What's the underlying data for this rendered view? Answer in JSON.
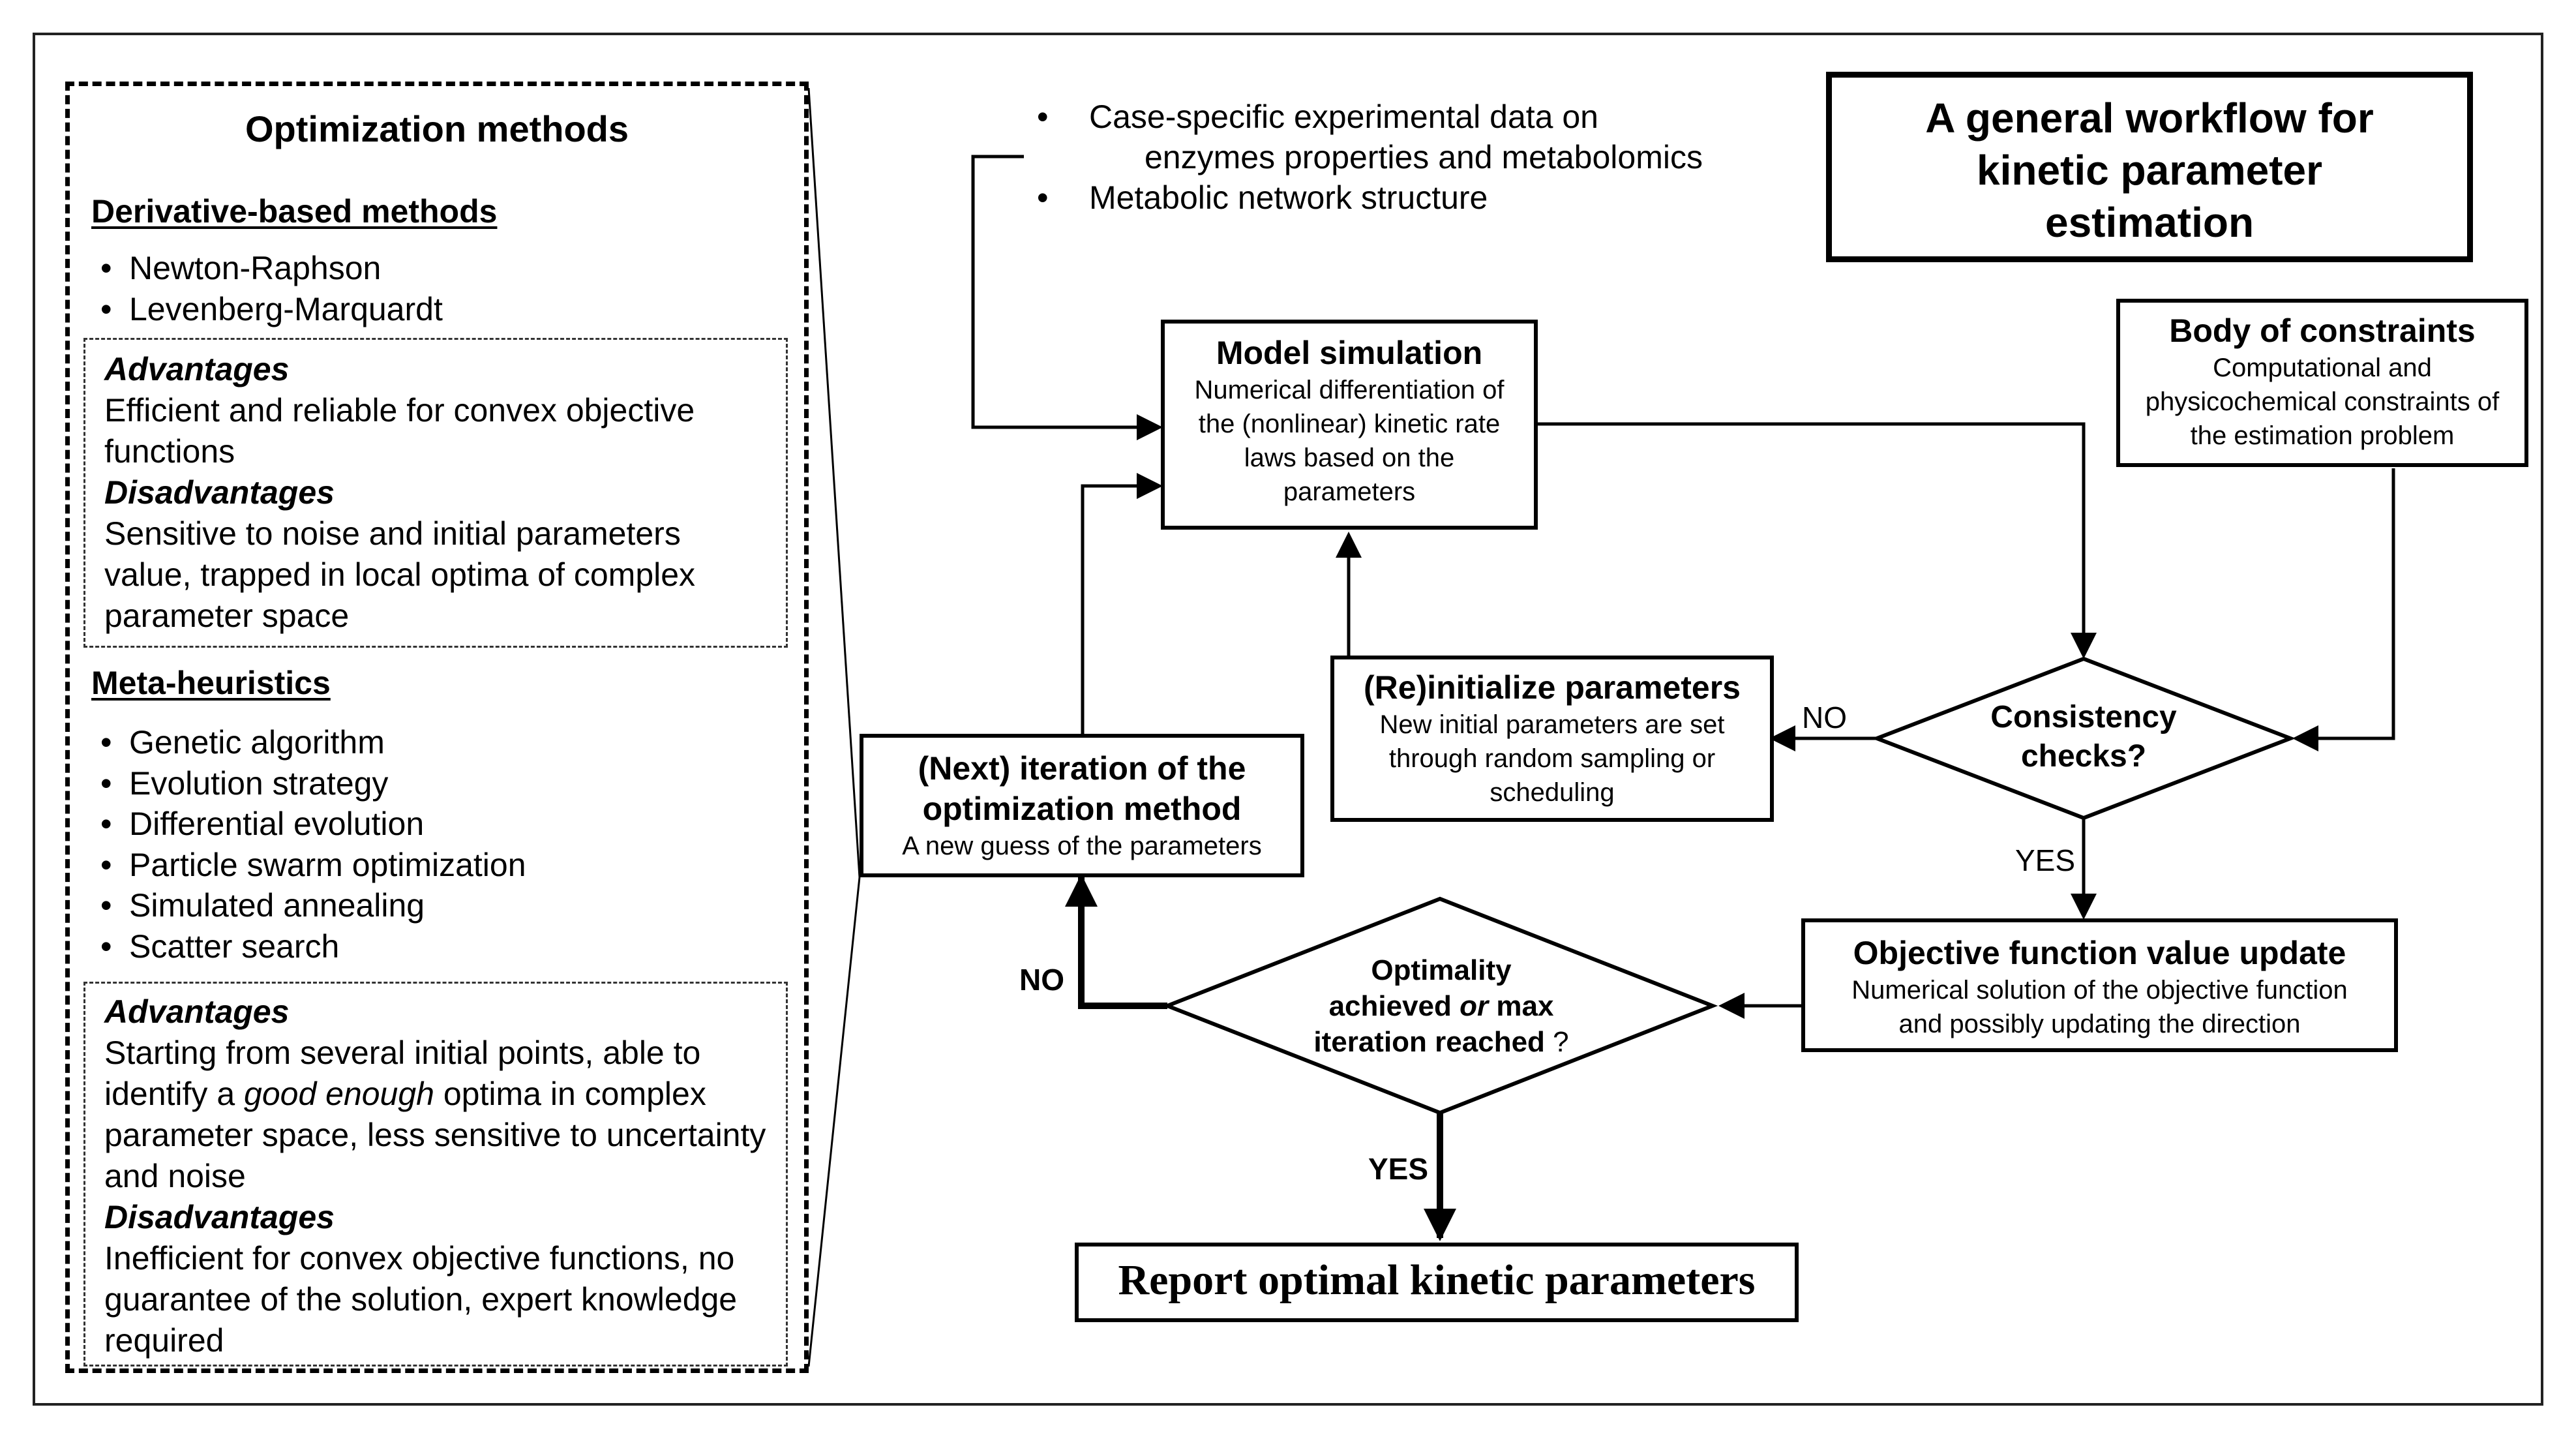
{
  "title": "A general workflow for kinetic parameter estimation",
  "inputs": {
    "bullet1_line1": "Case-specific experimental data on",
    "bullet1_line2": "enzymes properties and metabolomics",
    "bullet2": "Metabolic network structure"
  },
  "optimization_panel": {
    "heading": "Optimization methods",
    "derivative": {
      "heading": "Derivative-based methods",
      "items": [
        "Newton-Raphson",
        "Levenberg-Marquardt"
      ],
      "advantages_label": "Advantages",
      "advantages_text": "Efficient and reliable for convex objective functions",
      "disadvantages_label": "Disadvantages",
      "disadvantages_text": "Sensitive to noise and initial parameters value, trapped in local optima of complex parameter space"
    },
    "meta": {
      "heading": "Meta-heuristics",
      "items": [
        "Genetic algorithm",
        "Evolution strategy",
        "Differential evolution",
        "Particle swarm optimization",
        "Simulated annealing",
        "Scatter search"
      ],
      "advantages_label": "Advantages",
      "advantages_text_a": "Starting from several initial points, able to identify a ",
      "advantages_text_em": "good enough",
      "advantages_text_b": " optima in complex parameter space, less sensitive to uncertainty and noise",
      "disadvantages_label": "Disadvantages",
      "disadvantages_text": "Inefficient for convex objective functions, no guarantee of the solution, expert knowledge required"
    }
  },
  "model_simulation": {
    "title": "Model simulation",
    "body": "Numerical differentiation of the (nonlinear) kinetic rate laws based on the parameters"
  },
  "constraints": {
    "title": "Body of constraints",
    "body": "Computational and physicochemical constraints of the estimation problem"
  },
  "reinitialize": {
    "title": "(Re)initialize parameters",
    "body": "New initial parameters are set through random sampling or scheduling"
  },
  "consistency": {
    "line1": "Consistency",
    "line2": "checks?"
  },
  "next_iteration": {
    "title": "(Next) iteration of the optimization method",
    "body": "A new guess of the parameters"
  },
  "objective_update": {
    "title": "Objective function value update",
    "body": "Numerical solution of the objective function and possibly updating the direction"
  },
  "optimality": {
    "line1": "Optimality",
    "line2a": "achieved ",
    "line2em": "or",
    "line2b": " max",
    "line3a": "iteration reached",
    "line3b": " ?"
  },
  "report": "Report optimal kinetic parameters",
  "labels": {
    "no_consistency": "NO",
    "yes_consistency": "YES",
    "no_optimality": "NO",
    "yes_optimality": "YES"
  }
}
